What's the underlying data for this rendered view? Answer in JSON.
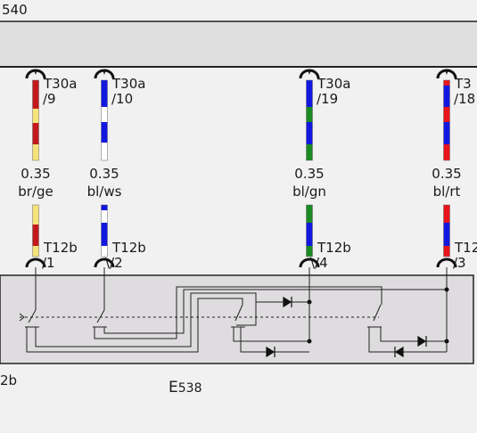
{
  "diagram": {
    "top_number": "540",
    "left_label": "2b",
    "component": {
      "letter": "E",
      "number": "538"
    },
    "wires": [
      {
        "top_connector": "T30a",
        "top_pin": "/9",
        "gauge": "0.35",
        "color_code": "br/ge",
        "bottom_connector": "T12b",
        "bottom_pin": "/1",
        "stripe_colors": [
          "#f5e37a",
          "#c3181c"
        ]
      },
      {
        "top_connector": "T30a",
        "top_pin": "/10",
        "gauge": "0.35",
        "color_code": "bl/ws",
        "bottom_connector": "T12b",
        "bottom_pin": "\\/2",
        "stripe_colors": [
          "#ffffff",
          "#1217e0"
        ]
      },
      {
        "top_connector": "T30a",
        "top_pin": "/19",
        "gauge": "0.35",
        "color_code": "bl/gn",
        "bottom_connector": "T12b",
        "bottom_pin": "\\/4",
        "stripe_colors": [
          "#1a8a24",
          "#1217e0"
        ]
      },
      {
        "top_connector": "T3",
        "top_pin": "/18",
        "gauge": "0.35",
        "color_code": "bl/rt",
        "bottom_connector": "T12",
        "bottom_pin": "/3",
        "stripe_colors": [
          "#e8141a",
          "#1217e0"
        ]
      }
    ]
  }
}
